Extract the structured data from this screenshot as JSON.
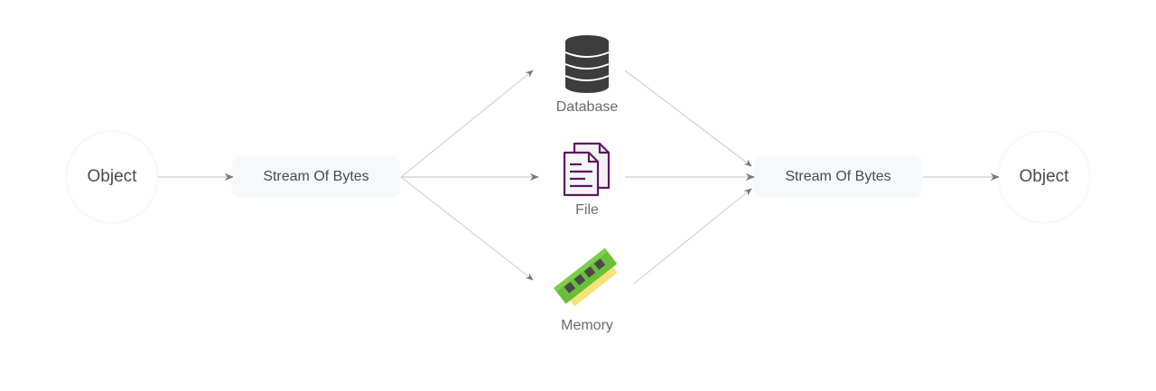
{
  "diagram": {
    "source_object": {
      "label": "Object"
    },
    "serialize_stream": {
      "label": "Stream Of Bytes"
    },
    "storage_targets": [
      {
        "id": "database",
        "label": "Database",
        "icon": "database-icon",
        "color": "#3d3d3d"
      },
      {
        "id": "file",
        "label": "File",
        "icon": "file-icon",
        "color": "#5c1a5a"
      },
      {
        "id": "memory",
        "label": "Memory",
        "icon": "memory-icon",
        "color": "#6abf3a"
      }
    ],
    "deserialize_stream": {
      "label": "Stream Of Bytes"
    },
    "target_object": {
      "label": "Object"
    },
    "edges": [
      {
        "from": "source_object",
        "to": "serialize_stream"
      },
      {
        "from": "serialize_stream",
        "to": "database"
      },
      {
        "from": "serialize_stream",
        "to": "file"
      },
      {
        "from": "serialize_stream",
        "to": "memory"
      },
      {
        "from": "database",
        "to": "deserialize_stream"
      },
      {
        "from": "file",
        "to": "deserialize_stream"
      },
      {
        "from": "memory",
        "to": "deserialize_stream"
      },
      {
        "from": "deserialize_stream",
        "to": "target_object"
      }
    ]
  }
}
